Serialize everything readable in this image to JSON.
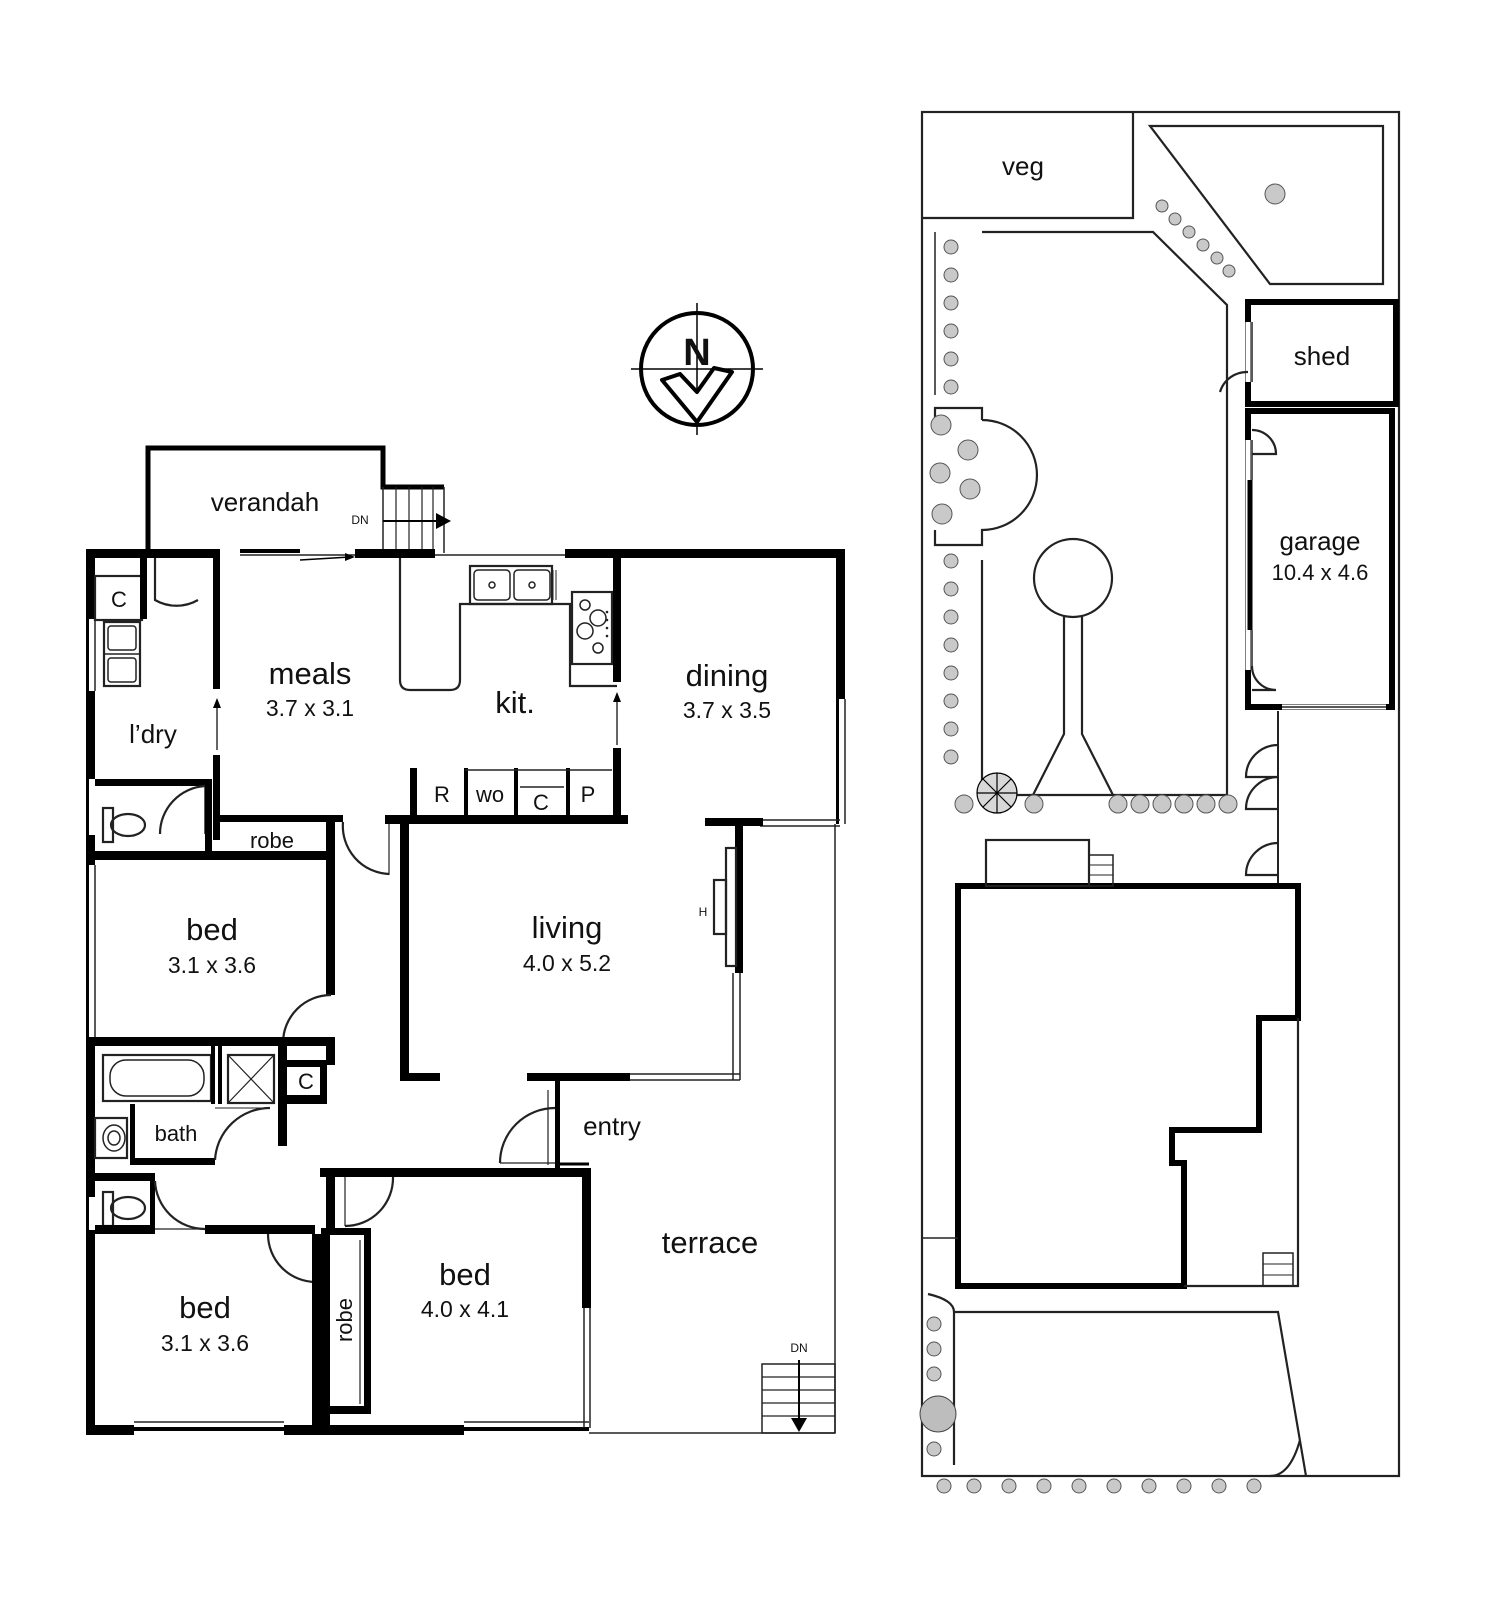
{
  "house": {
    "verandah": "verandah",
    "dn_verandah": "DN",
    "meals": {
      "name": "meals",
      "size": "3.7 x 3.1"
    },
    "kitchen": "kit.",
    "dining": {
      "name": "dining",
      "size": "3.7 x 3.5"
    },
    "laundry": "l’dry",
    "cupboard_laundry": "C",
    "fridge": "R",
    "wall_oven": "wo",
    "kitchen_cupboard": "C",
    "pantry": "P",
    "robe_top": "robe",
    "bed1": {
      "name": "bed",
      "size": "3.1 x 3.6"
    },
    "living": {
      "name": "living",
      "size": "4.0 x 5.2"
    },
    "heater": "H",
    "cupboard_hall": "C",
    "bath": "bath",
    "entry": "entry",
    "terrace": "terrace",
    "dn_terrace": "DN",
    "bed2": {
      "name": "bed",
      "size": "4.0 x 4.1"
    },
    "robe_side": "robe",
    "bed3": {
      "name": "bed",
      "size": "3.1 x 3.6"
    },
    "compass": "N"
  },
  "site": {
    "veg": "veg",
    "shed": "shed",
    "garage": {
      "name": "garage",
      "size": "10.4 x 4.6"
    }
  }
}
